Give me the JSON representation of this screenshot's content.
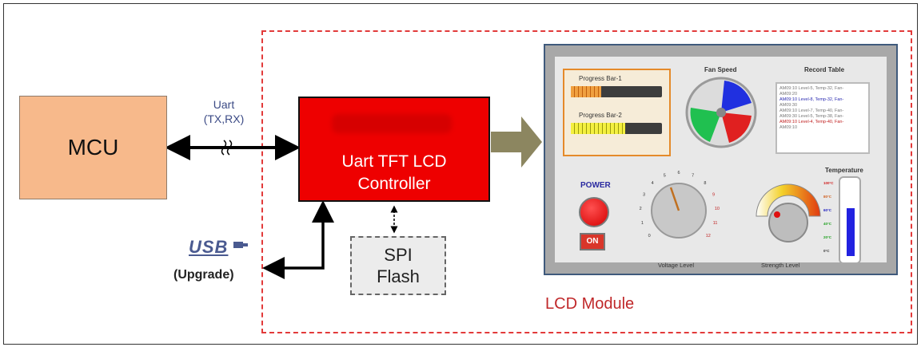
{
  "mcu": {
    "label": "MCU"
  },
  "uart": {
    "line1": "Uart",
    "line2": "(TX,RX)"
  },
  "controller": {
    "line1": "Uart TFT LCD",
    "line2": "Controller"
  },
  "spi": {
    "line1": "SPI",
    "line2": "Flash"
  },
  "usb": {
    "logo_text": "USB",
    "label": "(Upgrade)"
  },
  "lcd_module": {
    "label": "LCD Module"
  },
  "screen": {
    "progress_bar_1": {
      "label": "Progress Bar-1",
      "level": 0.33
    },
    "progress_bar_2": {
      "label": "Progress Bar-2",
      "level": 0.6
    },
    "fan_speed": {
      "title": "Fan Speed"
    },
    "record_table": {
      "title": "Record Table",
      "rows": [
        {
          "text": "AM09:10 Level-5, Temp-32, Fan-",
          "color": "#777777"
        },
        {
          "text": "AM09:20",
          "color": "#777777"
        },
        {
          "text": "AM09:10 Level-8, Temp-32, Fan-",
          "color": "#2a2ab0"
        },
        {
          "text": "AM09:30",
          "color": "#777777"
        },
        {
          "text": "AM09:10 Level-7, Temp-40, Fan-",
          "color": "#777777"
        },
        {
          "text": "AM09:30 Level-5, Temp-38, Fan-",
          "color": "#777777"
        },
        {
          "text": "AM09:10 Level-4, Temp-40, Fan-",
          "color": "#c02020"
        },
        {
          "text": "AM09:10",
          "color": "#777777"
        }
      ]
    },
    "power": {
      "label": "POWER",
      "on_label": "ON"
    },
    "voltage_level": {
      "label": "Voltage Level",
      "ticks": [
        "0",
        "1",
        "2",
        "3",
        "4",
        "5",
        "6",
        "7",
        "8",
        "9",
        "10",
        "11",
        "12"
      ]
    },
    "strength_level": {
      "label": "Strength Level"
    },
    "temperature": {
      "title": "Temperature",
      "scale": [
        {
          "text": "100°C",
          "color": "#d02020"
        },
        {
          "text": "80°C",
          "color": "#d06020"
        },
        {
          "text": "60°C",
          "color": "#2020c0"
        },
        {
          "text": "40°C",
          "color": "#20a020"
        },
        {
          "text": "20°C",
          "color": "#20a020"
        },
        {
          "text": "0°C",
          "color": "#333333"
        }
      ]
    }
  },
  "colors": {
    "controller": "#ee0000",
    "mcu": "#f7b98b",
    "lcd_border": "#e23a3a",
    "big_arrow": "#8c8660"
  }
}
